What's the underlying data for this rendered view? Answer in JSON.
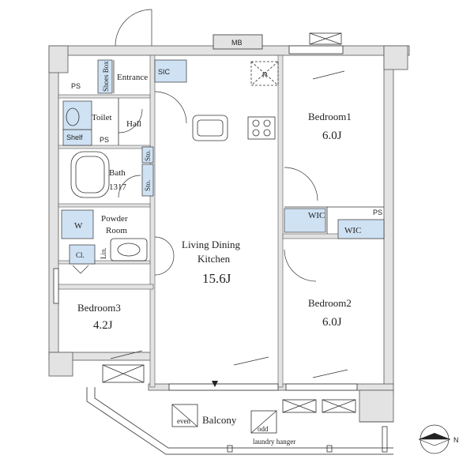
{
  "rooms": {
    "entrance": "Entrance",
    "hall": "Hall",
    "toilet": "Toilet",
    "bath": "Bath",
    "bath_size": "1317",
    "powder": "Powder",
    "room": "Room",
    "ldk_1": "Living Dining",
    "ldk_2": "Kitchen",
    "ldk_size": "15.6J",
    "bedroom1": "Bedroom1",
    "bedroom1_size": "6.0J",
    "bedroom2": "Bedroom2",
    "bedroom2_size": "6.0J",
    "bedroom3": "Bedroom3",
    "bedroom3_size": "4.2J",
    "balcony": "Balcony"
  },
  "labels": {
    "mb": "MB",
    "ps": "PS",
    "sic": "SIC",
    "shoes_box": "Shoes Box",
    "shelf": "Shelf",
    "sto": "Sto.",
    "w": "W",
    "cl": "Cl.",
    "lin": "Lin.",
    "wic": "WIC",
    "r": "R",
    "even": "even",
    "odd": "odd",
    "laundry_hanger": "laundry hanger",
    "north": "N"
  },
  "colors": {
    "wall": "#e3e3e3",
    "wall_edge": "#555555",
    "storage": "#cfe2f3",
    "line": "#333333"
  }
}
